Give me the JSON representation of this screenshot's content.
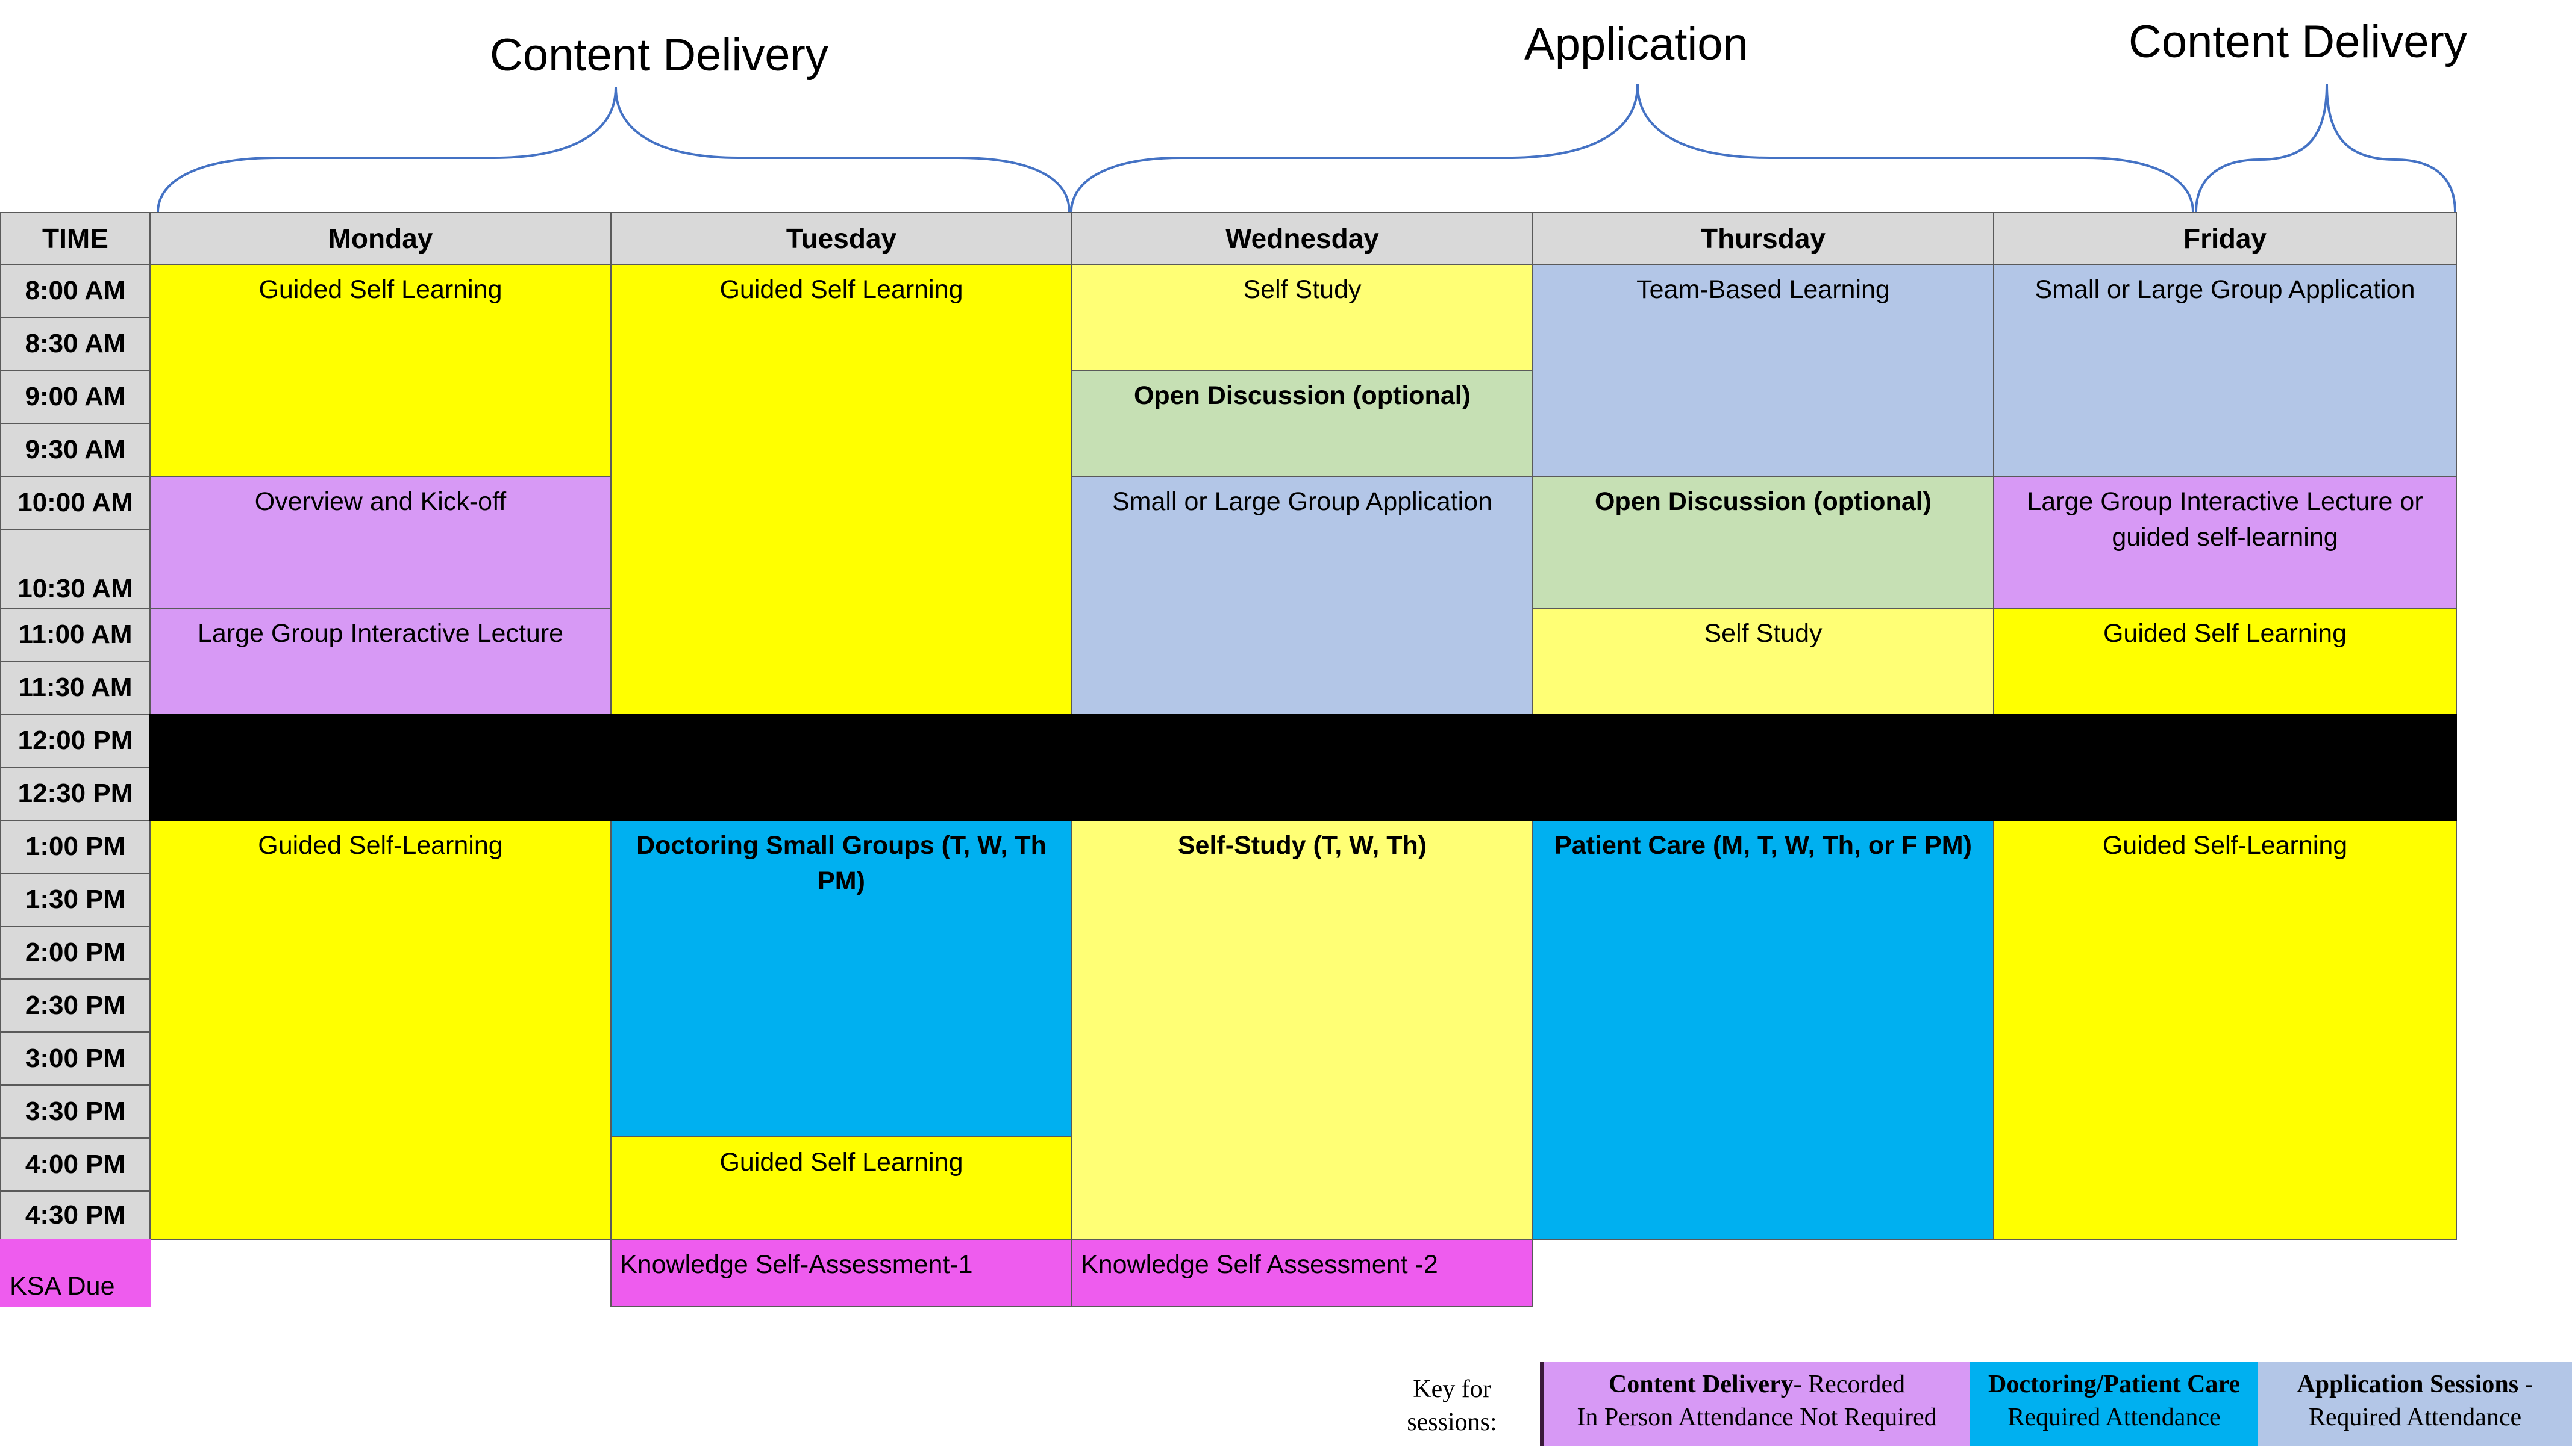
{
  "annotations": {
    "left": "Content Delivery",
    "middle": "Application",
    "right": "Content Delivery"
  },
  "header": {
    "time": "TIME",
    "days": [
      "Monday",
      "Tuesday",
      "Wednesday",
      "Thursday",
      "Friday"
    ]
  },
  "times": [
    "8:00 AM",
    "8:30 AM",
    "9:00 AM",
    "9:30 AM",
    "10:00 AM",
    "10:30 AM",
    "11:00 AM",
    "11:30 AM",
    "12:00 PM",
    "12:30 PM",
    "1:00 PM",
    "1:30 PM",
    "2:00 PM",
    "2:30 PM",
    "3:00 PM",
    "3:30 PM",
    "4:00 PM",
    "4:30 PM"
  ],
  "colors": {
    "guided": "#ffff00",
    "self_study": "#ffff75",
    "content_delivery": "#d799f5",
    "application": "#b3c6e7",
    "discussion": "#c6e0b4",
    "doctoring": "#00b0f0",
    "lunch": "#000000",
    "ksa": "#ee5cee",
    "header": "#d9d9d9"
  },
  "sessions": {
    "mon_guided_am": "Guided Self Learning",
    "mon_overview": "Overview and Kick-off",
    "mon_lecture": "Large Group Interactive Lecture",
    "mon_guided_pm": "Guided Self-Learning",
    "tue_guided_am": "Guided Self Learning",
    "tue_doctoring": "Doctoring Small Groups (T, W, Th PM)",
    "tue_guided_pm": "Guided Self Learning",
    "wed_self_study": "Self Study",
    "wed_discussion": "Open Discussion (optional)",
    "wed_application": "Small or Large Group Application",
    "wed_self_study_pm": "Self-Study (T, W, Th)",
    "thu_tbl": "Team-Based Learning",
    "thu_discussion": "Open Discussion (optional)",
    "thu_self_study": "Self Study",
    "thu_patient_care": "Patient Care (M, T, W, Th, or F PM)",
    "fri_application": "Small or Large Group Application",
    "fri_lecture": "Large Group Interactive Lecture or guided self-learning",
    "fri_guided_am": "Guided Self Learning",
    "fri_guided_pm": "Guided Self-Learning"
  },
  "ksa": {
    "label": "KSA Due",
    "tuesday": "Knowledge Self-Assessment-1",
    "wednesday": "Knowledge Self Assessment -2"
  },
  "key": {
    "label_line1": "Key for",
    "label_line2": "sessions:",
    "content_title": "Content Delivery-",
    "content_rest": " Recorded",
    "content_line2": "In Person Attendance Not Required",
    "doctoring_line1": "Doctoring/Patient Care",
    "doctoring_line2": "Required Attendance",
    "application_line1": "Application Sessions -",
    "application_line2": "Required Attendance"
  }
}
